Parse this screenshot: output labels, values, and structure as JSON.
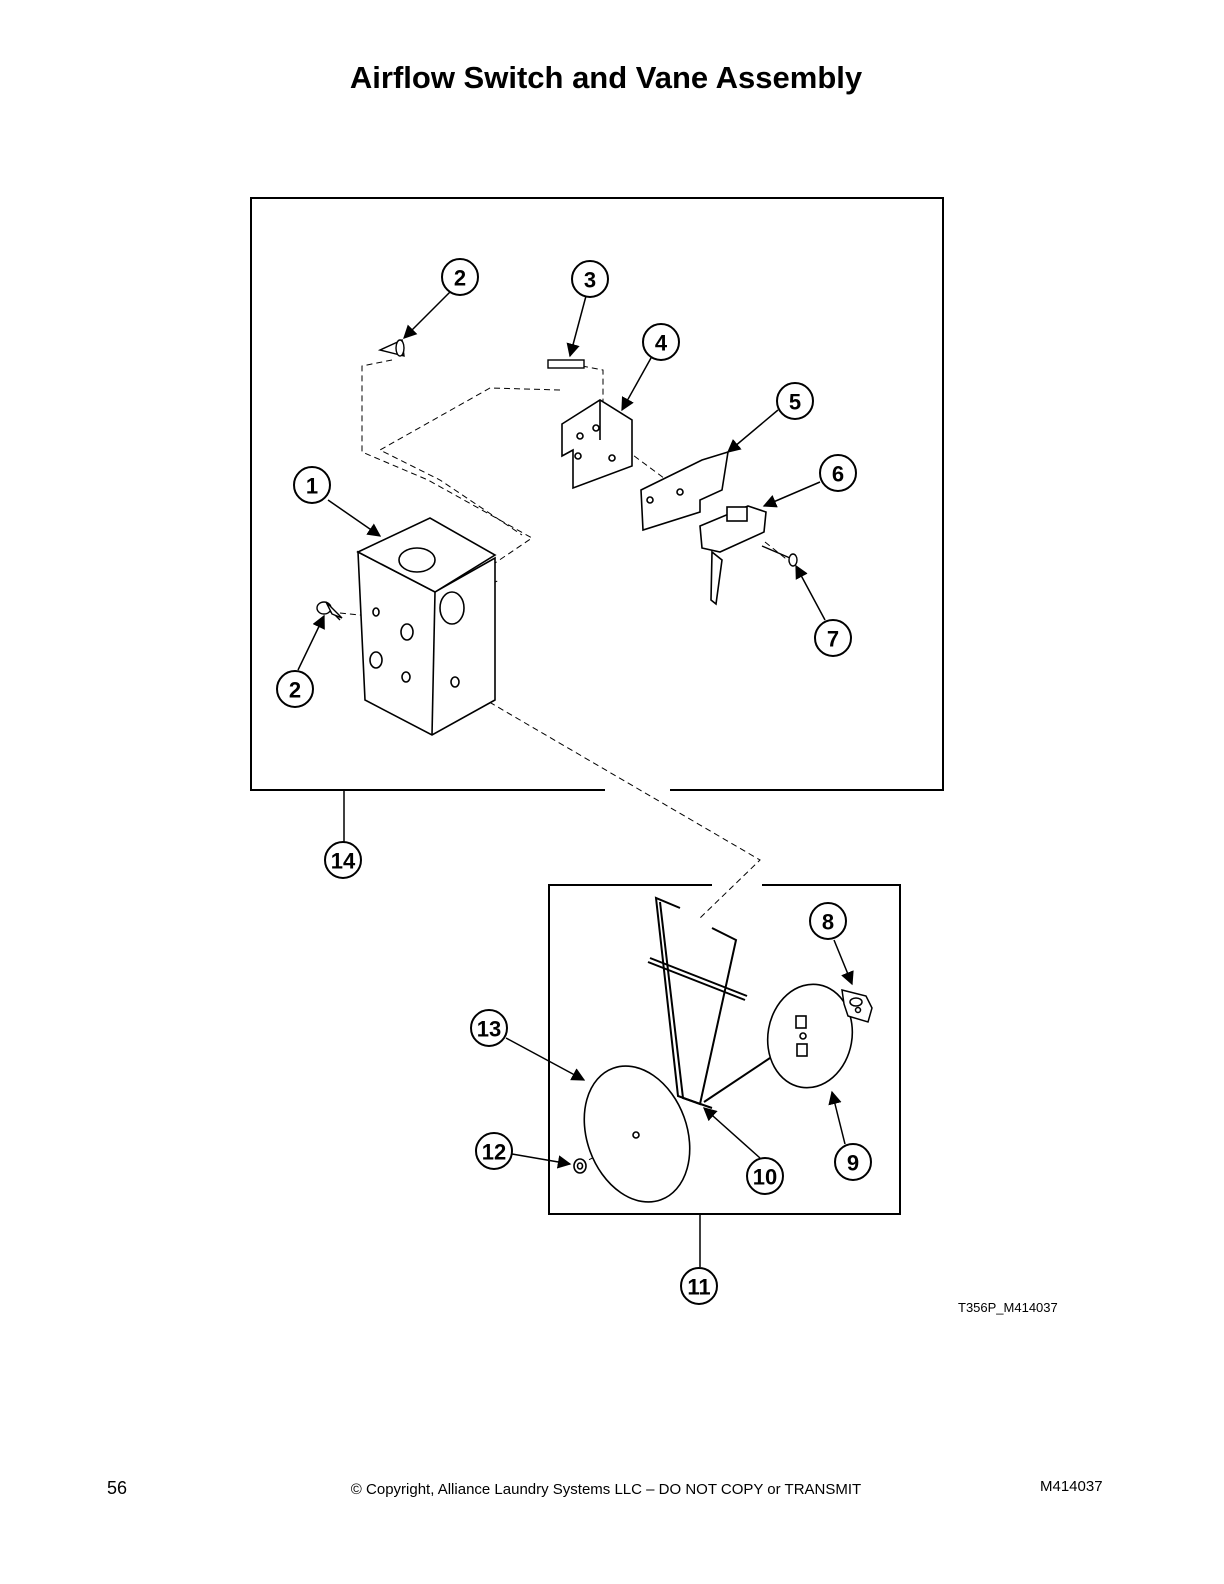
{
  "title": "Airflow Switch and Vane Assembly",
  "callouts": {
    "c1": "1",
    "c2a": "2",
    "c2b": "2",
    "c3": "3",
    "c4": "4",
    "c5": "5",
    "c6": "6",
    "c7": "7",
    "c8": "8",
    "c9": "9",
    "c10": "10",
    "c11": "11",
    "c12": "12",
    "c13": "13",
    "c14": "14"
  },
  "figure_code": "T356P_M414037",
  "footer": {
    "page_number": "56",
    "copyright": "© Copyright, Alliance Laundry Systems LLC – DO NOT COPY or TRANSMIT",
    "document_number": "M414037"
  }
}
